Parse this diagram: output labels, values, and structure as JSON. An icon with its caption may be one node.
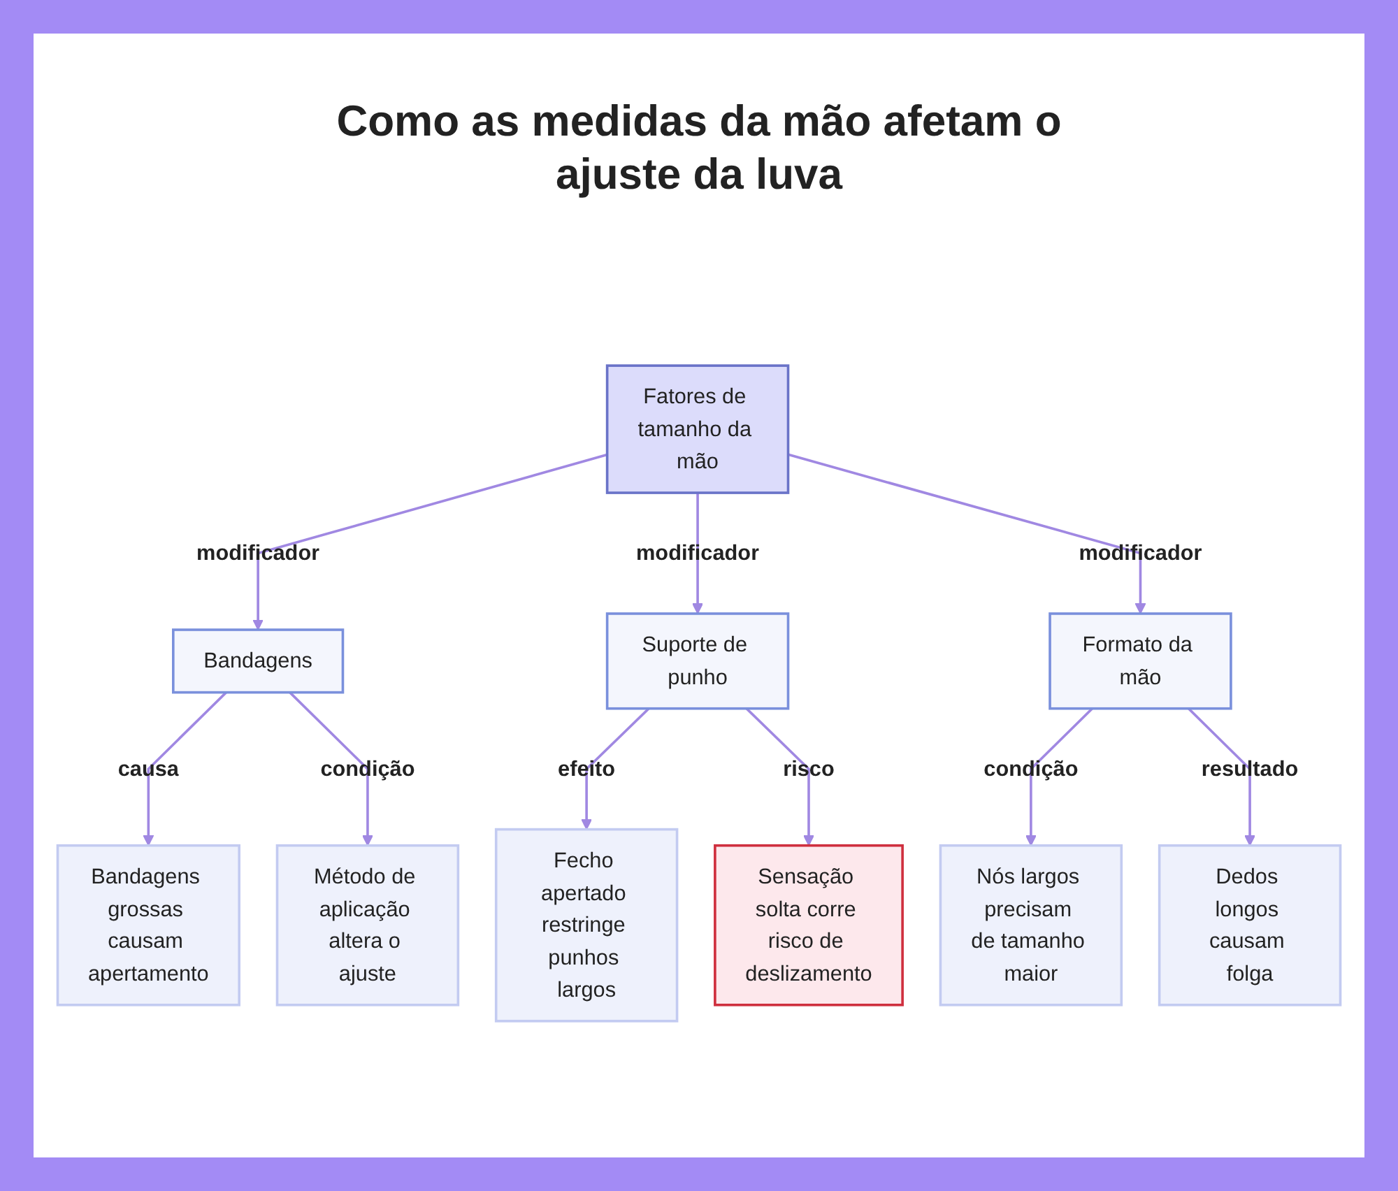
{
  "diagram": {
    "title": "Como as medidas da mão afetam o ajuste da luva",
    "nodes": [
      {
        "text": [
          "Fatores de tamanho da mão"
        ]
      },
      {
        "text": [
          "Bandagens"
        ]
      },
      {
        "text": [
          "Suporte de punho"
        ]
      },
      {
        "text": [
          "Formato da mão"
        ]
      },
      {
        "text": [
          "Bandagens grossas causam apertamento"
        ]
      },
      {
        "text": [
          "Método de aplicação altera o ajuste"
        ]
      },
      {
        "text": [
          "Fecho apertado restringe punhos largos"
        ]
      },
      {
        "text": [
          "Sensação solta corre risco de deslizamento"
        ]
      },
      {
        "text": [
          "Nós largos precisam de tamanho maior"
        ]
      },
      {
        "text": [
          "Dedos longos causam folga"
        ]
      }
    ],
    "edges": [
      {
        "from": 0,
        "to": 1,
        "arrow": "to",
        "label": "modificador"
      },
      {
        "from": 0,
        "to": 2,
        "arrow": "to",
        "label": "modificador"
      },
      {
        "from": 0,
        "to": 3,
        "arrow": "to",
        "label": "modificador"
      },
      {
        "from": 1,
        "to": 4,
        "arrow": "to",
        "label": "causa"
      },
      {
        "from": 1,
        "to": 5,
        "arrow": "to",
        "label": "condição"
      },
      {
        "from": 2,
        "to": 6,
        "arrow": "to",
        "label": "efeito"
      },
      {
        "from": 2,
        "to": 7,
        "arrow": "to",
        "label": "risco"
      },
      {
        "from": 3,
        "to": 8,
        "arrow": "to",
        "label": "condição"
      },
      {
        "from": 3,
        "to": 9,
        "arrow": "to",
        "label": "resultado"
      }
    ]
  }
}
